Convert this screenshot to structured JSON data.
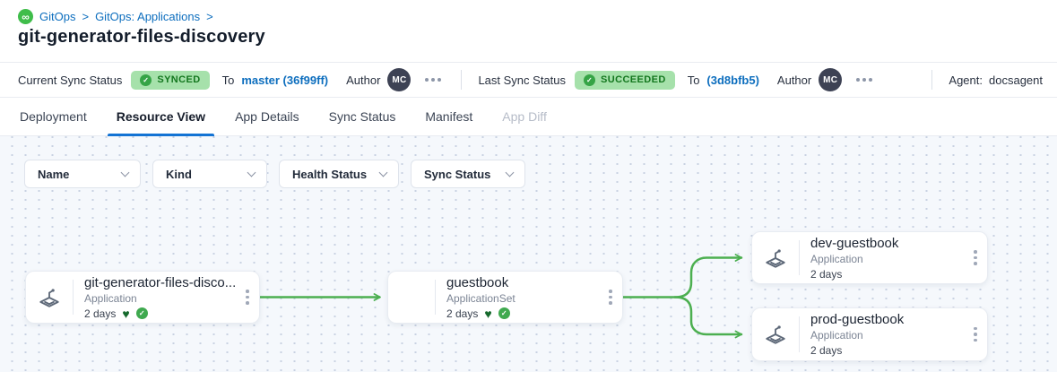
{
  "breadcrumb": {
    "separator": ">",
    "items": [
      {
        "label": "GitOps"
      },
      {
        "label": "GitOps: Applications"
      }
    ]
  },
  "page_title": "git-generator-files-discovery",
  "status_bar": {
    "current": {
      "label": "Current Sync Status",
      "badge": "SYNCED",
      "to": "To",
      "revision": "master (36f99ff)",
      "author_label": "Author",
      "author_initials": "MC"
    },
    "last": {
      "label": "Last Sync Status",
      "badge": "SUCCEEDED",
      "to": "To",
      "revision": "(3d8bfb5)",
      "author_label": "Author",
      "author_initials": "MC"
    },
    "agent": {
      "label": "Agent:",
      "value": "docsagent"
    }
  },
  "tabs": [
    {
      "label": "Deployment",
      "active": false,
      "disabled": false
    },
    {
      "label": "Resource View",
      "active": true,
      "disabled": false
    },
    {
      "label": "App Details",
      "active": false,
      "disabled": false
    },
    {
      "label": "Sync Status",
      "active": false,
      "disabled": false
    },
    {
      "label": "Manifest",
      "active": false,
      "disabled": false
    },
    {
      "label": "App Diff",
      "active": false,
      "disabled": true
    }
  ],
  "filters": [
    {
      "label": "Name"
    },
    {
      "label": "Kind"
    },
    {
      "label": "Health Status"
    },
    {
      "label": "Sync Status"
    }
  ],
  "graph": {
    "nodes": [
      {
        "title": "git-generator-files-disco...",
        "kind": "Application",
        "age": "2 days",
        "healthy": true,
        "synced": true
      },
      {
        "title": "guestbook",
        "kind": "ApplicationSet",
        "age": "2 days",
        "healthy": true,
        "synced": true
      },
      {
        "title": "dev-guestbook",
        "kind": "Application",
        "age": "2 days",
        "healthy": false,
        "synced": false
      },
      {
        "title": "prod-guestbook",
        "kind": "Application",
        "age": "2 days",
        "healthy": false,
        "synced": false
      }
    ]
  },
  "icons": {
    "gitops_logo": "∞",
    "check": "✓",
    "heart": "♥"
  },
  "colors": {
    "link_blue": "#0d6ebe",
    "tab_accent": "#1373d4",
    "edge_green": "#4caf50",
    "badge_bg": "#a6e1ab",
    "badge_text": "#14771f",
    "avatar_bg": "#3d4254",
    "logo_green": "#3fbd4a",
    "graph_bg": "#f5f8fc"
  }
}
